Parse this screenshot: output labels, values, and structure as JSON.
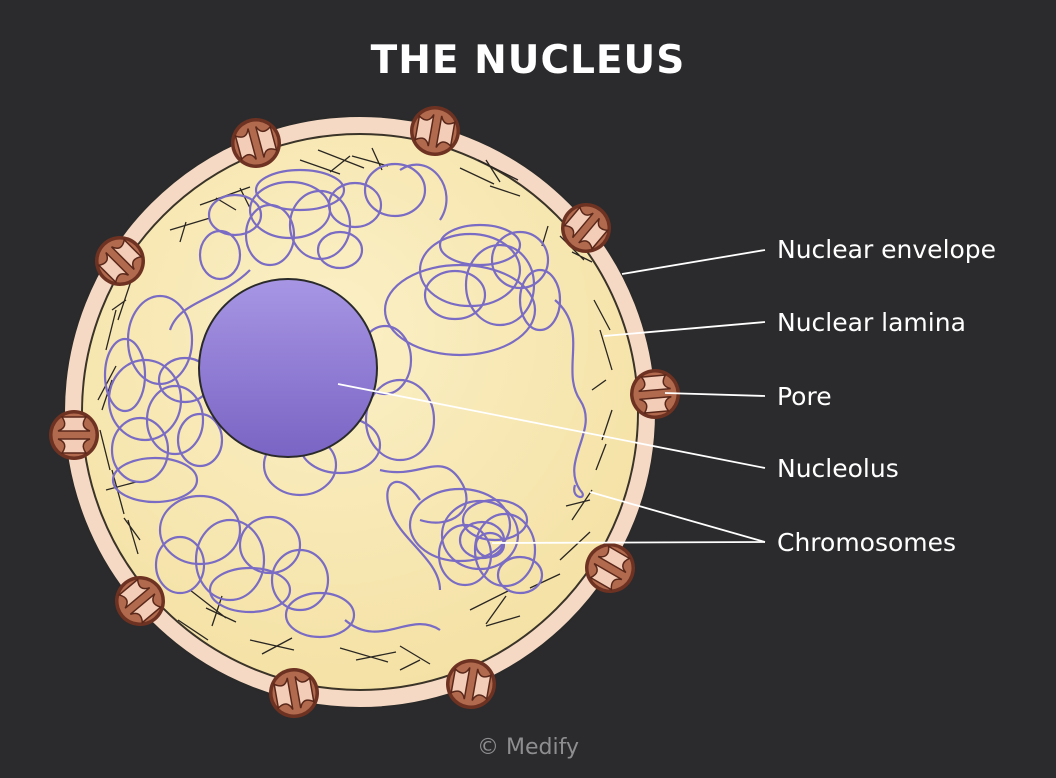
{
  "title": "THE NUCLEUS",
  "labels": {
    "nuclear_envelope": "Nuclear envelope",
    "nuclear_lamina": "Nuclear lamina",
    "pore": "Pore",
    "nucleolus": "Nucleolus",
    "chromosomes": "Chromosomes"
  },
  "credit": "© Medify",
  "colors": {
    "background": "#2b2b2d",
    "envelope": "#f6d9c4",
    "nucleoplasm": "#f8e9b8",
    "nucleolus": "#8a76cf",
    "chromatin": "#7a6bc4",
    "pore": "#8b4a35",
    "leader_line": "#ffffff"
  }
}
